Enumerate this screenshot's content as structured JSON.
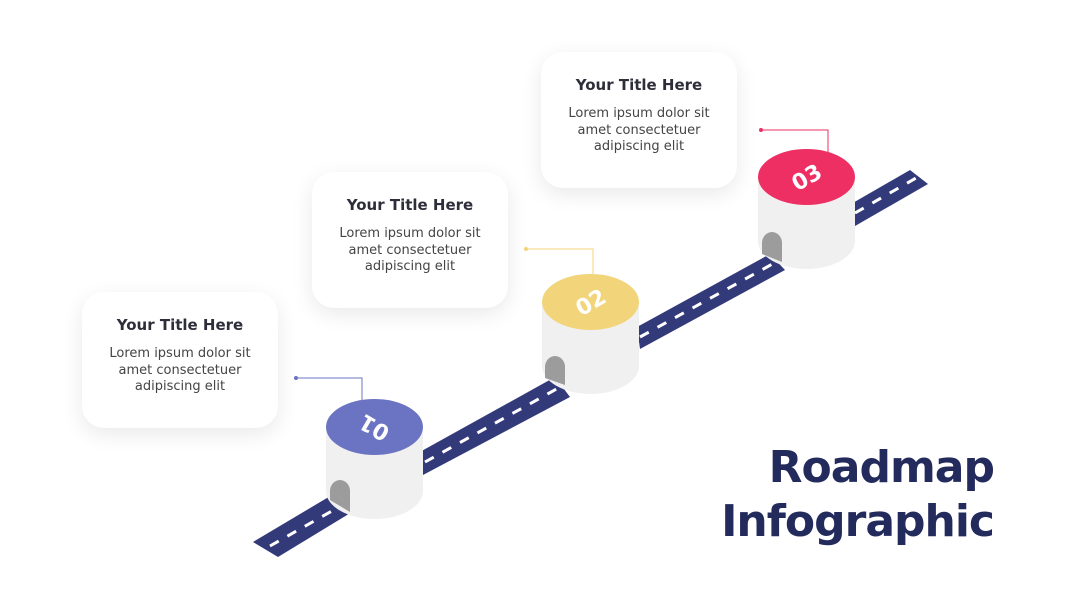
{
  "title": {
    "line1": "Roadmap",
    "line2": "Infographic"
  },
  "steps": [
    {
      "number": "01",
      "title": "Your Title Here",
      "body": "Lorem ipsum dolor sit\namet consectetuer\nadipiscing elit",
      "color": "#6b74c2"
    },
    {
      "number": "02",
      "title": "Your Title Here",
      "body": "Lorem ipsum dolor sit\namet consectetuer\nadipiscing elit",
      "color": "#f2d57a"
    },
    {
      "number": "03",
      "title": "Your Title Here",
      "body": "Lorem ipsum dolor sit\namet consectetuer\nadipiscing elit",
      "color": "#ee2f63"
    }
  ],
  "colors": {
    "road": "#333a7a",
    "dash": "#ffffff",
    "pillar": "#f0f0f0",
    "headline": "#232a5c"
  }
}
